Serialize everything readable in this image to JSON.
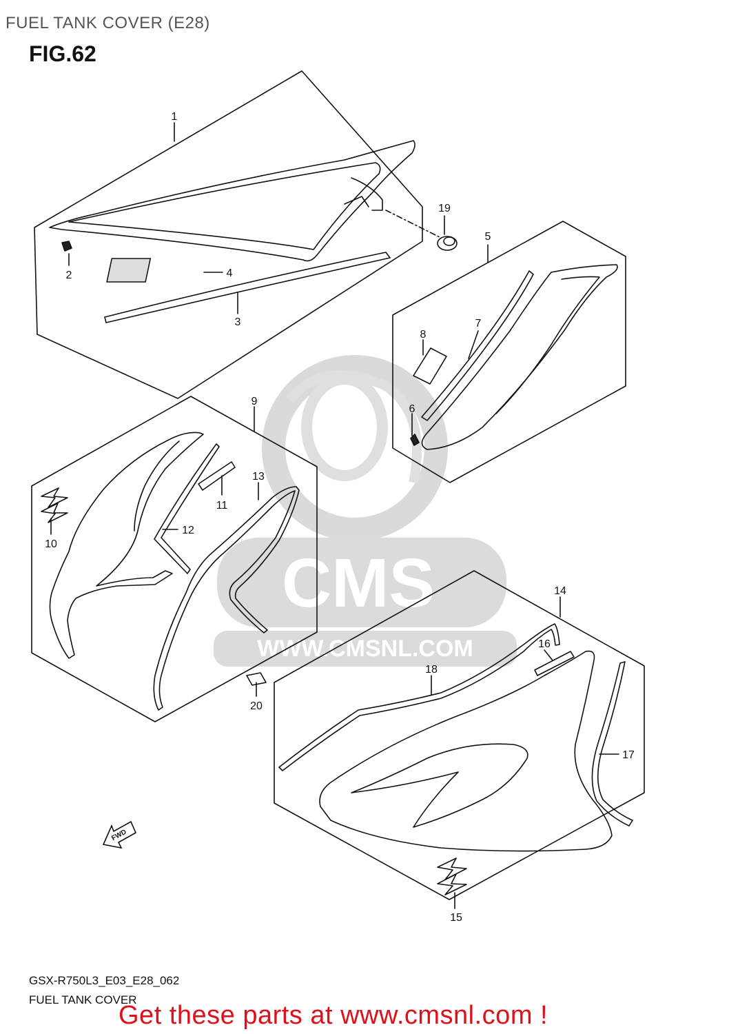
{
  "header": {
    "title": "FUEL TANK COVER (E28)",
    "figure": "FIG.62"
  },
  "callouts": [
    "1",
    "2",
    "3",
    "4",
    "5",
    "6",
    "7",
    "8",
    "9",
    "10",
    "11",
    "12",
    "13",
    "14",
    "15",
    "16",
    "17",
    "18",
    "19",
    "20"
  ],
  "fwd_arrow_label": "FWD",
  "watermark": {
    "logo_text": "CMS",
    "url_text": "WWW.CMSNL.COM"
  },
  "footer": {
    "code": "GSX-R750L3_E03_E28_062",
    "caption": "FUEL TANK COVER",
    "promo": "Get these parts at www.cmsnl.com !"
  },
  "colors": {
    "promo": "#e0101a",
    "line": "#111111",
    "watermark": "#d4d4d4"
  }
}
